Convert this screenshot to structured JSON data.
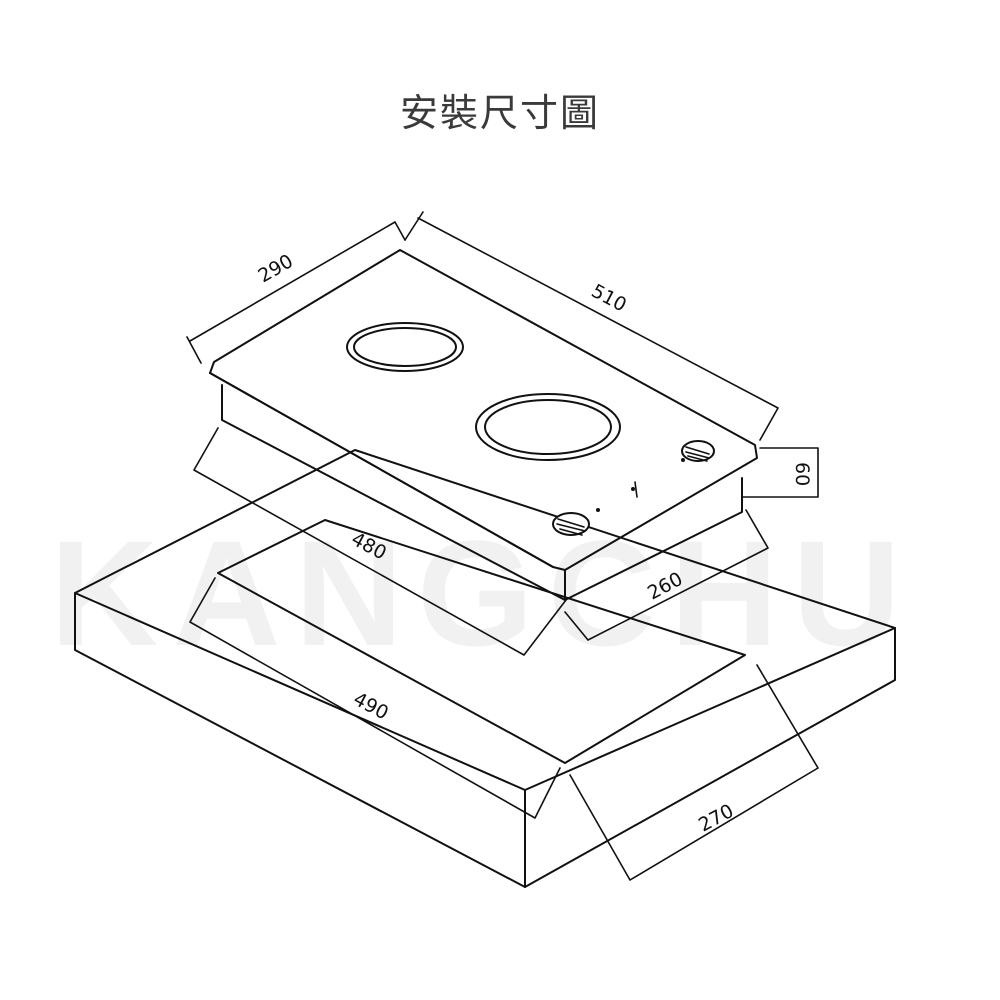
{
  "title": "安裝尺寸圖",
  "watermark": "KANGCHU",
  "dimensions": {
    "top_depth": "290",
    "top_width": "510",
    "body_height": "60",
    "body_width": "480",
    "body_depth": "260",
    "cutout_width": "490",
    "cutout_depth": "270"
  }
}
